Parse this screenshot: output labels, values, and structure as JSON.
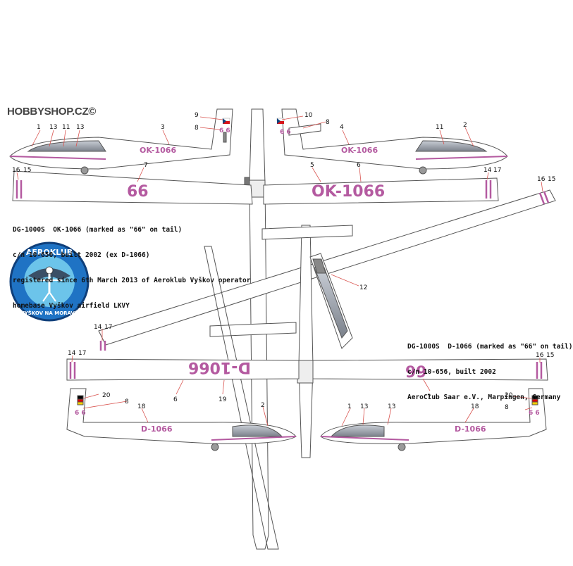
{
  "brand": "HOBBYSHOP.CZ©",
  "colors": {
    "accent": "#b45aa0",
    "outline": "#555555",
    "leader": "#d9534f",
    "logo_blue": "#1f73c4"
  },
  "caption1": [
    "DG-1000S  OK-1066 (marked as \"66\" on tail)",
    "c/n 10-656, built 2002 (ex D-1066)",
    "registered since 6th March 2013 of Aeroklub Vyškov operator",
    "homebase Vyškov airfield LKVY"
  ],
  "caption2": [
    "DG-1000S  D-1066 (marked as \"66\" on tail)",
    "c/n 10-656, built 2002",
    "AeroClub Saar e.V., Marpingen, Germany"
  ],
  "logo": {
    "top": "AEROKLUB",
    "bottom": "VYŠKOV NA MORAVĚ"
  },
  "markings": {
    "ok_reg": "OK-1066",
    "d_reg": "D-1066",
    "tail": "6 6",
    "wing_top": "66",
    "wing_bottom": "99",
    "wing_bottom_d": "D-1066"
  },
  "callouts": {
    "tl": [
      "1",
      "13",
      "11",
      "13",
      "3",
      "9",
      "8",
      "16",
      "15",
      "7"
    ],
    "tr": [
      "10",
      "8",
      "4",
      "11",
      "2",
      "5",
      "6",
      "14",
      "17"
    ],
    "mid": [
      "16",
      "15",
      "12",
      "14",
      "17"
    ],
    "bl": [
      "14",
      "17",
      "6",
      "19",
      "20",
      "8",
      "18",
      "2"
    ],
    "br": [
      "7",
      "16",
      "15",
      "1",
      "13",
      "13",
      "18",
      "20",
      "8"
    ]
  }
}
